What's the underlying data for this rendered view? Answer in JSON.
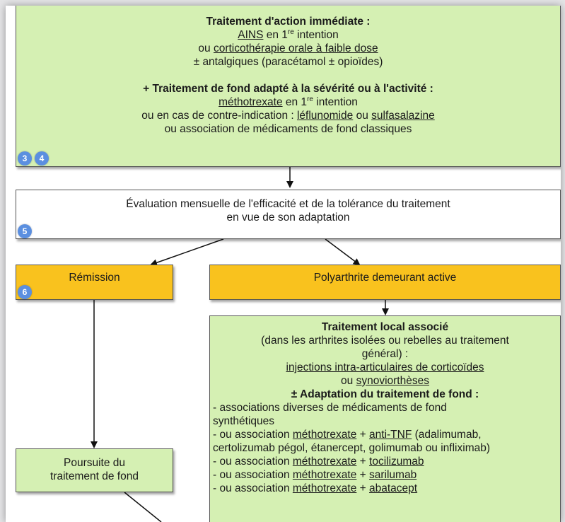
{
  "top_box": {
    "h1": "Traitement d'action immédiate :",
    "l1_link": "AINS",
    "l1_text": " en 1",
    "l1_sup": "re",
    "l1_end": " intention",
    "l2_pre": "ou ",
    "l2_link": "corticothérapie orale à faible dose",
    "l3": "± antalgiques (paracétamol ± opioïdes)",
    "h2": "+ Traitement de fond adapté à la sévérité ou à l'activité :",
    "l4_link": "méthotrexate",
    "l4_text": " en 1",
    "l4_sup": "re",
    "l4_end": " intention",
    "l5_pre": "ou en cas de contre-indication : ",
    "l5_link1": "léflunomide",
    "l5_mid": " ou ",
    "l5_link2": "sulfasalazine",
    "l6": "ou association de médicaments de fond classiques",
    "badges": [
      "3",
      "4"
    ]
  },
  "eval_box": {
    "l1": "Évaluation mensuelle de l'efficacité et de la tolérance du traitement",
    "l2": "en vue de son adaptation",
    "badge": "5"
  },
  "remission_box": {
    "label": "Rémission",
    "badge": "6"
  },
  "active_box": {
    "label": "Polyarthrite demeurant active"
  },
  "local_box": {
    "h1": "Traitement local associé",
    "l1": "(dans les arthrites isolées ou rebelles au traitement",
    "l2": "général) :",
    "l3_link": "injections intra-articulaires de corticoïdes",
    "l4_pre": "ou ",
    "l4_link": "synoviorthèses",
    "h2": "± Adaptation du traitement de fond :",
    "b1a": "- associations diverses de médicaments de fond",
    "b1b": "synthétiques",
    "b2_pre": "- ou association ",
    "b2_link1": "méthotrexate",
    "b2_plus": " + ",
    "b2_link2": "anti-TNF",
    "b2_post": " (adalimumab,",
    "b2b": "certolizumab pégol, étanercept, golimumab ou infliximab)",
    "b3_pre": "- ou association ",
    "b3_link1": "méthotrexate",
    "b3_plus": " + ",
    "b3_link2": "tocilizumab",
    "b4_pre": "- ou association ",
    "b4_link1": "méthotrexate",
    "b4_plus": " + ",
    "b4_link2": "sarilumab",
    "b5_pre": "- ou association ",
    "b5_link1": "méthotrexate",
    "b5_plus": " + ",
    "b5_link2": "abatacept"
  },
  "continue_box": {
    "l1": "Poursuite du",
    "l2": "traitement de fond"
  },
  "colors": {
    "green": "#d5f0b3",
    "orange": "#f9c21e",
    "badge_blue": "#5b8fe0"
  }
}
